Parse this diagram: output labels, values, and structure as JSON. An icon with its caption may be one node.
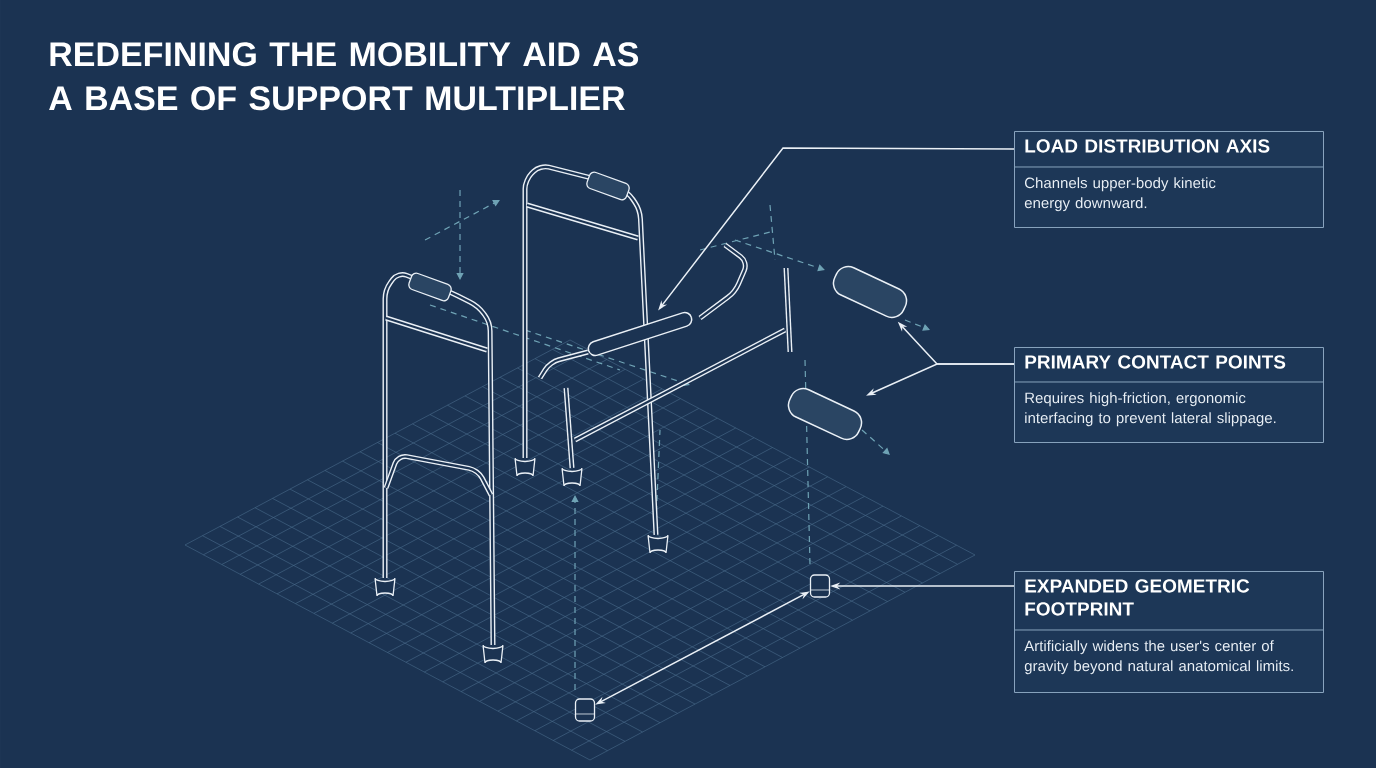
{
  "diagram": {
    "title": "REDEFINING THE MOBILITY AID AS A BASE OF SUPPORT MULTIPLIER",
    "nodes": [
      {
        "text": [
          "LOAD DISTRIBUTION AXIS",
          "Channels upper-body kinetic energy downward."
        ]
      },
      {
        "text": [
          "PRIMARY CONTACT POINTS",
          "Requires high-friction, ergonomic interfacing to prevent lateral slippage."
        ]
      },
      {
        "text": [
          "EXPANDED GEOMETRIC FOOTPRINT",
          "Artificially widens the user's center of gravity beyond natural anatomical limits."
        ]
      },
      {
        "text": [],
        "shape": "picture"
      },
      {
        "text": [],
        "shape": "picture"
      },
      {
        "text": [],
        "shape": "picture"
      },
      {
        "text": [],
        "shape": "picture"
      },
      {
        "text": [],
        "shape": "picture"
      }
    ],
    "edges": [
      {
        "from": 0,
        "to": 3,
        "arrow": "to"
      },
      {
        "from": 1,
        "to": 4,
        "arrow": "to"
      },
      {
        "from": 1,
        "to": 5,
        "arrow": "to"
      },
      {
        "from": 2,
        "to": 6,
        "arrow": "to"
      },
      {
        "from": 6,
        "to": 7,
        "arrow": "both"
      }
    ]
  }
}
